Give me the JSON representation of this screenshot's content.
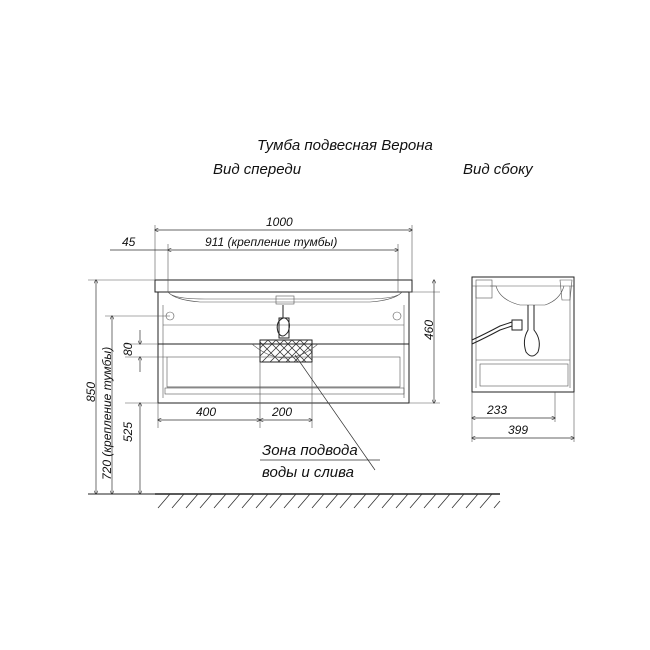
{
  "title": "Тумба подвесная Верона",
  "views": {
    "front": "Вид спереди",
    "side": "Вид сбоку"
  },
  "dimensions": {
    "total_width": "1000",
    "offset_left": "45",
    "mount_width": "911 (крепление тумбы)",
    "height_body": "460",
    "drawer_gap": "80",
    "floor_height": "850",
    "mount_height": "720 (крепление тумбы)",
    "bottom_height": "525",
    "zone_offset": "400",
    "zone_width": "200",
    "side_inner": "233",
    "side_depth": "399"
  },
  "annotation": {
    "line1": "Зона подвода",
    "line2": "воды и слива"
  }
}
